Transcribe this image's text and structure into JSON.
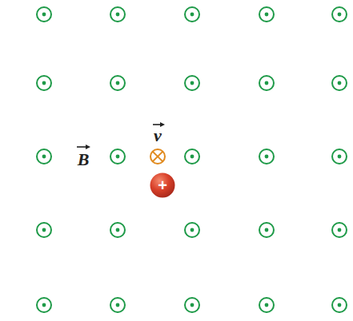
{
  "diagram": {
    "nodes": [
      {
        "text": [
          "+"
        ]
      }
    ],
    "labels": [
      "B",
      "v"
    ]
  }
}
